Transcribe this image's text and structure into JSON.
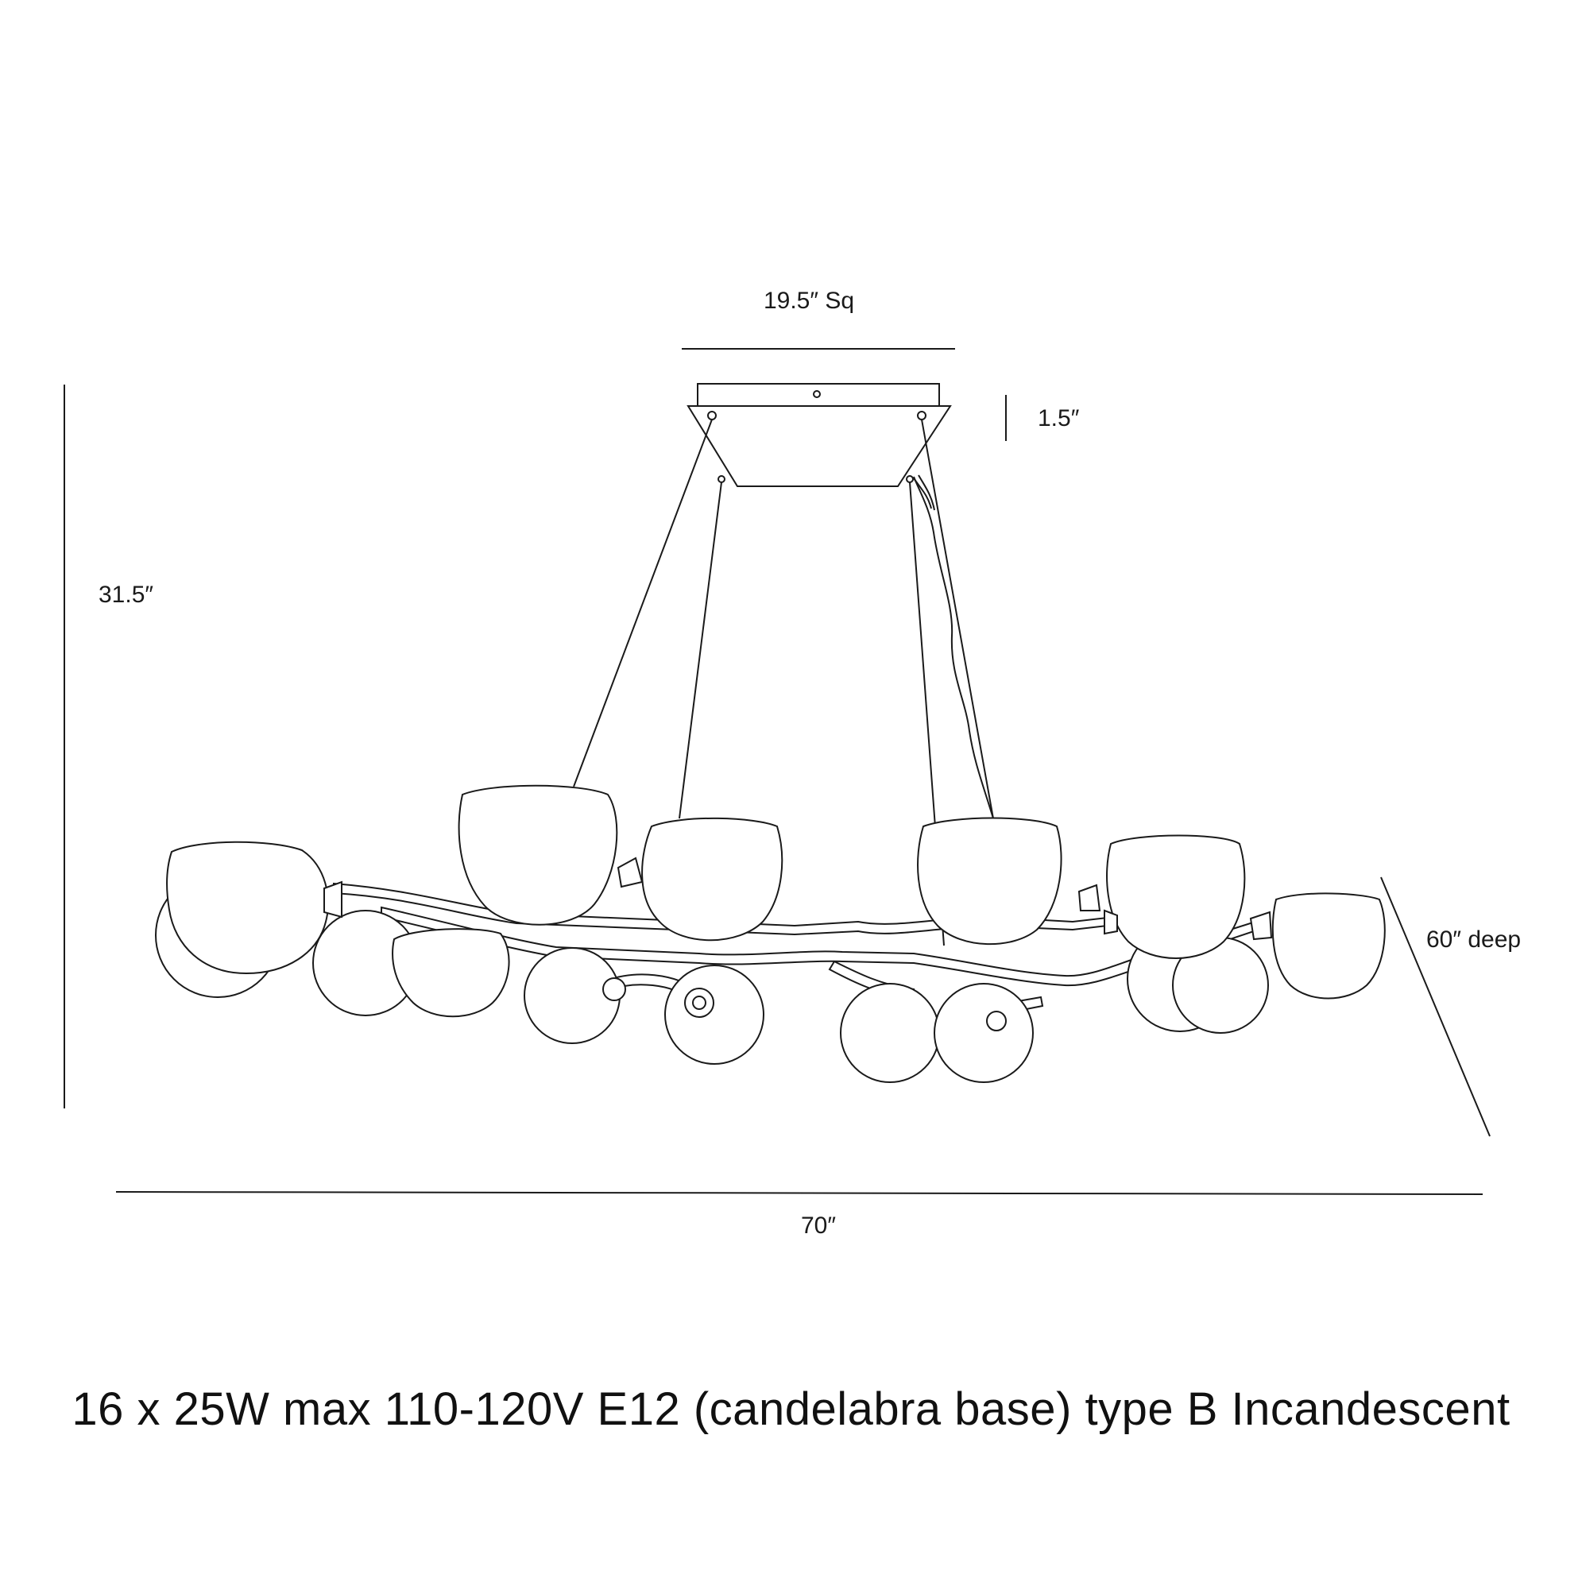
{
  "dimensions": {
    "canopy_width": "19.5″ Sq",
    "canopy_height": "1.5″",
    "overall_height": "31.5″",
    "depth": "60″ deep",
    "overall_width": "70″"
  },
  "spec_line": "16 x 25W max 110-120V E12 (candelabra base) type B Incandescent",
  "colors": {
    "line": "#1a1a1a",
    "background": "#ffffff"
  }
}
